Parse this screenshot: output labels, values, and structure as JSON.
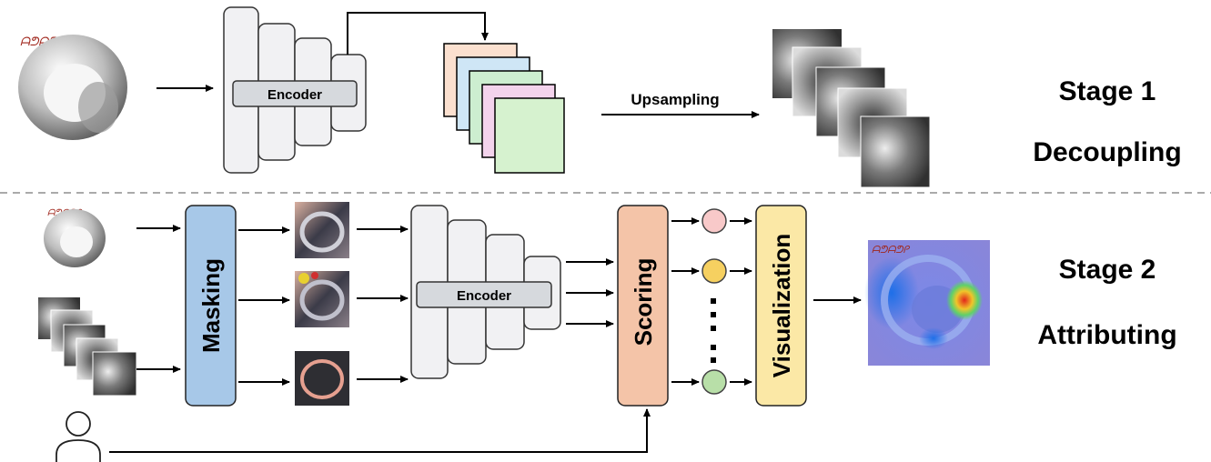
{
  "stage1": {
    "encoder_label": "Encoder",
    "upsampling_label": "Upsampling",
    "title": "Stage 1",
    "subtitle": "Decoupling"
  },
  "stage2": {
    "masking_label": "Masking",
    "encoder_label": "Encoder",
    "scoring_label": "Scoring",
    "visualization_label": "Visualization",
    "title": "Stage 2",
    "subtitle": "Attributing"
  },
  "colors": {
    "masking": "#a7c8e8",
    "scoring": "#f4c4a8",
    "visualization": "#fbe8a6",
    "feature_maps": [
      "#fbe0cf",
      "#cfe6f6",
      "#cdeed0",
      "#f3d3ec",
      "#d6f2cf"
    ],
    "score_circles": [
      "#f8c9c9",
      "#f6d060",
      "#b8dfa8"
    ]
  }
}
